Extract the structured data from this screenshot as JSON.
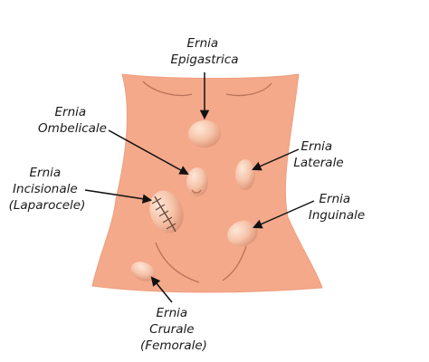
{
  "colors": {
    "skin": "#f4a98a",
    "skin_outline": "#d98a6c",
    "hernia_light": "#fde3d2",
    "hernia_mid": "#f2b89a",
    "hernia_shadow": "#d98d70",
    "arrow": "#111111",
    "stitch": "#6b4a3c",
    "background": "#ffffff"
  },
  "labels": {
    "epigastrica": [
      "Ernia",
      "Epigastrica"
    ],
    "ombelicale": [
      "Ernia",
      "Ombelicale"
    ],
    "incisionale": [
      "Ernia",
      "Incisionale",
      "(Laparocele)"
    ],
    "laterale": [
      "Ernia",
      "Laterale"
    ],
    "inguinale": [
      "Ernia",
      "Inguinale"
    ],
    "crurale": [
      "Ernia",
      "Crurale",
      "(Femorale)"
    ]
  }
}
